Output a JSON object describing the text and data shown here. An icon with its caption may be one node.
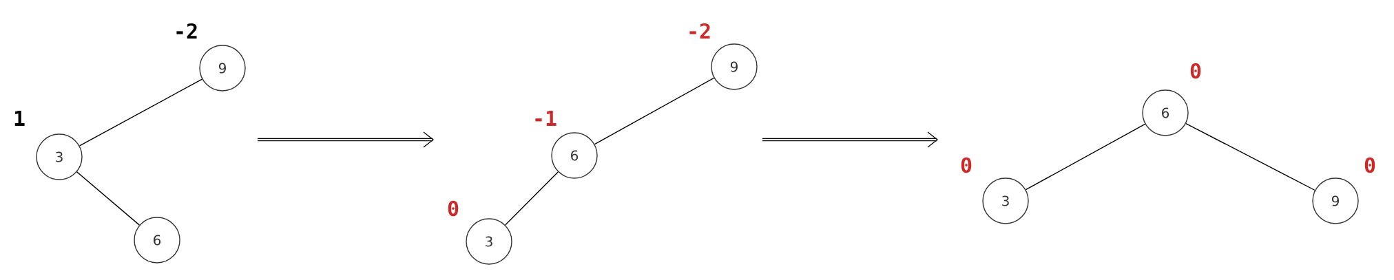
{
  "diagram": {
    "nodes": [
      {
        "text": [
          "9"
        ],
        "beside": [
          "-2"
        ]
      },
      {
        "text": [
          "3"
        ],
        "beside": [
          "1"
        ]
      },
      {
        "text": [
          "6"
        ]
      },
      {
        "text": [
          "9"
        ],
        "beside": [
          "-2"
        ]
      },
      {
        "text": [
          "6"
        ],
        "beside": [
          "-1"
        ]
      },
      {
        "text": [
          "3"
        ],
        "beside": [
          "0"
        ]
      },
      {
        "text": [
          "6"
        ],
        "beside": [
          "0"
        ]
      },
      {
        "text": [
          "3"
        ],
        "beside": [
          "0"
        ]
      },
      {
        "text": [
          "9"
        ],
        "beside": [
          "0"
        ]
      }
    ],
    "edges": [
      {
        "from": 0,
        "to": 1,
        "arrow": "none"
      },
      {
        "from": 1,
        "to": 2,
        "arrow": "none"
      },
      {
        "from": 3,
        "to": 4,
        "arrow": "none"
      },
      {
        "from": 4,
        "to": 5,
        "arrow": "none"
      },
      {
        "from": 6,
        "to": 7,
        "arrow": "none"
      },
      {
        "from": 6,
        "to": 8,
        "arrow": "none"
      }
    ]
  }
}
